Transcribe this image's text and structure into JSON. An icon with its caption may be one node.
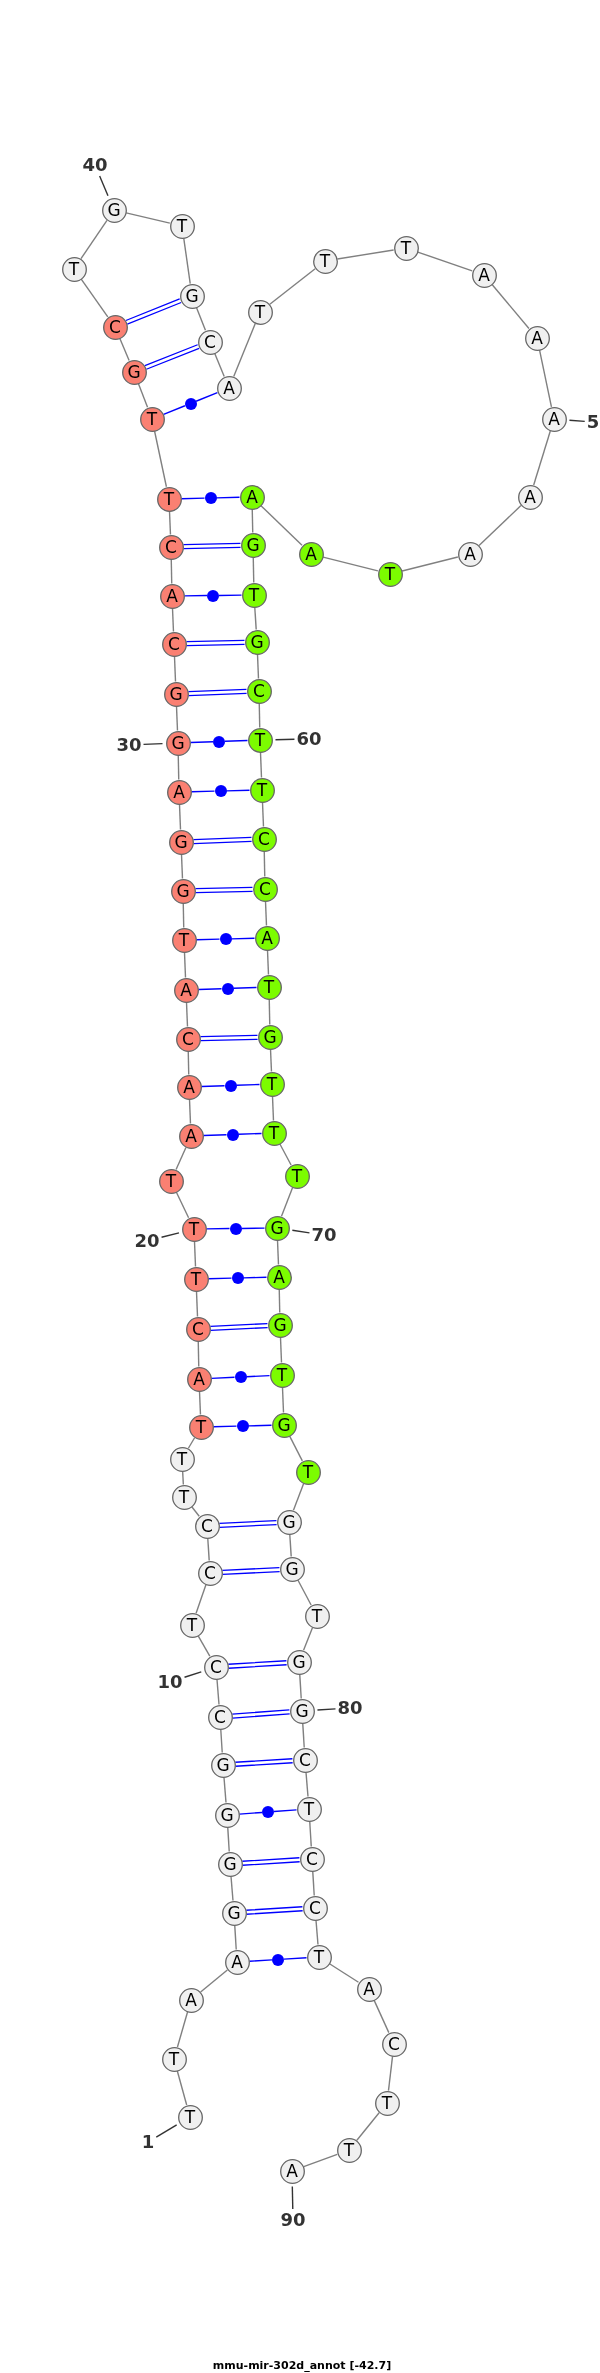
{
  "diagram": {
    "caption": "mmu-mir-302d_annot [-42.7]",
    "nodes": [
      {
        "text": [
          "T"
        ]
      },
      {
        "text": [
          "T"
        ]
      },
      {
        "text": [
          "A"
        ]
      },
      {
        "text": [
          "A"
        ]
      },
      {
        "text": [
          "G"
        ]
      },
      {
        "text": [
          "G"
        ]
      },
      {
        "text": [
          "G"
        ]
      },
      {
        "text": [
          "G"
        ]
      },
      {
        "text": [
          "C"
        ]
      },
      {
        "text": [
          "C"
        ]
      },
      {
        "text": [
          "T"
        ]
      },
      {
        "text": [
          "C"
        ]
      },
      {
        "text": [
          "C"
        ]
      },
      {
        "text": [
          "T"
        ]
      },
      {
        "text": [
          "T"
        ]
      },
      {
        "text": [
          "T"
        ]
      },
      {
        "text": [
          "A"
        ]
      },
      {
        "text": [
          "C"
        ]
      },
      {
        "text": [
          "T"
        ]
      },
      {
        "text": [
          "T"
        ]
      },
      {
        "text": [
          "T"
        ]
      },
      {
        "text": [
          "A"
        ]
      },
      {
        "text": [
          "A"
        ]
      },
      {
        "text": [
          "C"
        ]
      },
      {
        "text": [
          "A"
        ]
      },
      {
        "text": [
          "T"
        ]
      },
      {
        "text": [
          "G"
        ]
      },
      {
        "text": [
          "G"
        ]
      },
      {
        "text": [
          "A"
        ]
      },
      {
        "text": [
          "G"
        ]
      },
      {
        "text": [
          "G"
        ]
      },
      {
        "text": [
          "C"
        ]
      },
      {
        "text": [
          "A"
        ]
      },
      {
        "text": [
          "C"
        ]
      },
      {
        "text": [
          "T"
        ]
      },
      {
        "text": [
          "T"
        ]
      },
      {
        "text": [
          "G"
        ]
      },
      {
        "text": [
          "C"
        ]
      },
      {
        "text": [
          "T"
        ]
      },
      {
        "text": [
          "G"
        ]
      },
      {
        "text": [
          "T"
        ]
      },
      {
        "text": [
          "G"
        ]
      },
      {
        "text": [
          "C"
        ]
      },
      {
        "text": [
          "A"
        ]
      },
      {
        "text": [
          "T"
        ]
      },
      {
        "text": [
          "T"
        ]
      },
      {
        "text": [
          "T"
        ]
      },
      {
        "text": [
          "A"
        ]
      },
      {
        "text": [
          "A"
        ]
      },
      {
        "text": [
          "A"
        ]
      },
      {
        "text": [
          "A"
        ]
      },
      {
        "text": [
          "A"
        ]
      },
      {
        "text": [
          "T"
        ]
      },
      {
        "text": [
          "A"
        ]
      },
      {
        "text": [
          "A"
        ]
      },
      {
        "text": [
          "G"
        ]
      },
      {
        "text": [
          "T"
        ]
      },
      {
        "text": [
          "G"
        ]
      },
      {
        "text": [
          "C"
        ]
      },
      {
        "text": [
          "T"
        ]
      },
      {
        "text": [
          "T"
        ]
      },
      {
        "text": [
          "C"
        ]
      },
      {
        "text": [
          "C"
        ]
      },
      {
        "text": [
          "A"
        ]
      },
      {
        "text": [
          "T"
        ]
      },
      {
        "text": [
          "G"
        ]
      },
      {
        "text": [
          "T"
        ]
      },
      {
        "text": [
          "T"
        ]
      },
      {
        "text": [
          "T"
        ]
      },
      {
        "text": [
          "G"
        ]
      },
      {
        "text": [
          "A"
        ]
      },
      {
        "text": [
          "G"
        ]
      },
      {
        "text": [
          "T"
        ]
      },
      {
        "text": [
          "G"
        ]
      },
      {
        "text": [
          "T"
        ]
      },
      {
        "text": [
          "G"
        ]
      },
      {
        "text": [
          "G"
        ]
      },
      {
        "text": [
          "T"
        ]
      },
      {
        "text": [
          "G"
        ]
      },
      {
        "text": [
          "G"
        ]
      },
      {
        "text": [
          "C"
        ]
      },
      {
        "text": [
          "T"
        ]
      },
      {
        "text": [
          "C"
        ]
      },
      {
        "text": [
          "C"
        ]
      },
      {
        "text": [
          "T"
        ]
      },
      {
        "text": [
          "A"
        ]
      },
      {
        "text": [
          "C"
        ]
      },
      {
        "text": [
          "T"
        ]
      },
      {
        "text": [
          "T"
        ]
      },
      {
        "text": [
          "A"
        ]
      },
      {
        "text": [
          "1"
        ]
      },
      {
        "text": [
          "10"
        ]
      },
      {
        "text": [
          "20"
        ]
      },
      {
        "text": [
          "30"
        ]
      },
      {
        "text": [
          "40"
        ]
      },
      {
        "text": [
          "5"
        ]
      },
      {
        "text": [
          "60"
        ]
      },
      {
        "text": [
          "70"
        ]
      },
      {
        "text": [
          "80"
        ]
      },
      {
        "text": [
          "90"
        ]
      },
      {
        "text": [],
        "shape": "circle"
      },
      {
        "text": [],
        "shape": "circle"
      },
      {
        "text": [],
        "shape": "circle"
      },
      {
        "text": [],
        "shape": "circle"
      },
      {
        "text": [],
        "shape": "circle"
      },
      {
        "text": [],
        "shape": "circle"
      },
      {
        "text": [],
        "shape": "circle"
      },
      {
        "text": [],
        "shape": "circle"
      },
      {
        "text": [],
        "shape": "circle"
      },
      {
        "text": [],
        "shape": "circle"
      },
      {
        "text": [],
        "shape": "circle"
      },
      {
        "text": [],
        "shape": "circle"
      },
      {
        "text": [],
        "shape": "circle"
      },
      {
        "text": [],
        "shape": "circle"
      },
      {
        "text": [],
        "shape": "circle"
      }
    ],
    "edges": [
      {
        "from": 0,
        "to": 1,
        "arrow": "none"
      },
      {
        "from": 1,
        "to": 2,
        "arrow": "none"
      },
      {
        "from": 2,
        "to": 3,
        "arrow": "none"
      },
      {
        "from": 3,
        "to": 4,
        "arrow": "none"
      },
      {
        "from": 4,
        "to": 5,
        "arrow": "none"
      },
      {
        "from": 5,
        "to": 6,
        "arrow": "none"
      },
      {
        "from": 6,
        "to": 7,
        "arrow": "none"
      },
      {
        "from": 7,
        "to": 8,
        "arrow": "none"
      },
      {
        "from": 8,
        "to": 9,
        "arrow": "none"
      },
      {
        "from": 9,
        "to": 10,
        "arrow": "none"
      },
      {
        "from": 10,
        "to": 11,
        "arrow": "none"
      },
      {
        "from": 11,
        "to": 12,
        "arrow": "none"
      },
      {
        "from": 12,
        "to": 13,
        "arrow": "none"
      },
      {
        "from": 13,
        "to": 14,
        "arrow": "none"
      },
      {
        "from": 14,
        "to": 15,
        "arrow": "none"
      },
      {
        "from": 15,
        "to": 16,
        "arrow": "none"
      },
      {
        "from": 16,
        "to": 17,
        "arrow": "none"
      },
      {
        "from": 17,
        "to": 18,
        "arrow": "none"
      },
      {
        "from": 18,
        "to": 19,
        "arrow": "none"
      },
      {
        "from": 19,
        "to": 20,
        "arrow": "none"
      },
      {
        "from": 20,
        "to": 21,
        "arrow": "none"
      },
      {
        "from": 21,
        "to": 22,
        "arrow": "none"
      },
      {
        "from": 22,
        "to": 23,
        "arrow": "none"
      },
      {
        "from": 23,
        "to": 24,
        "arrow": "none"
      },
      {
        "from": 24,
        "to": 25,
        "arrow": "none"
      },
      {
        "from": 25,
        "to": 26,
        "arrow": "none"
      },
      {
        "from": 26,
        "to": 27,
        "arrow": "none"
      },
      {
        "from": 27,
        "to": 28,
        "arrow": "none"
      },
      {
        "from": 28,
        "to": 29,
        "arrow": "none"
      },
      {
        "from": 29,
        "to": 30,
        "arrow": "none"
      },
      {
        "from": 30,
        "to": 31,
        "arrow": "none"
      },
      {
        "from": 31,
        "to": 32,
        "arrow": "none"
      },
      {
        "from": 32,
        "to": 33,
        "arrow": "none"
      },
      {
        "from": 33,
        "to": 34,
        "arrow": "none"
      },
      {
        "from": 34,
        "to": 35,
        "arrow": "none"
      },
      {
        "from": 35,
        "to": 36,
        "arrow": "none"
      },
      {
        "from": 36,
        "to": 37,
        "arrow": "none"
      },
      {
        "from": 37,
        "to": 38,
        "arrow": "none"
      },
      {
        "from": 38,
        "to": 39,
        "arrow": "none"
      },
      {
        "from": 39,
        "to": 40,
        "arrow": "none"
      },
      {
        "from": 40,
        "to": 41,
        "arrow": "none"
      },
      {
        "from": 41,
        "to": 42,
        "arrow": "none"
      },
      {
        "from": 42,
        "to": 43,
        "arrow": "none"
      },
      {
        "from": 43,
        "to": 44,
        "arrow": "none"
      },
      {
        "from": 44,
        "to": 45,
        "arrow": "none"
      },
      {
        "from": 45,
        "to": 46,
        "arrow": "none"
      },
      {
        "from": 46,
        "to": 47,
        "arrow": "none"
      },
      {
        "from": 47,
        "to": 48,
        "arrow": "none"
      },
      {
        "from": 48,
        "to": 49,
        "arrow": "none"
      },
      {
        "from": 49,
        "to": 50,
        "arrow": "none"
      },
      {
        "from": 50,
        "to": 51,
        "arrow": "none"
      },
      {
        "from": 51,
        "to": 52,
        "arrow": "none"
      },
      {
        "from": 52,
        "to": 53,
        "arrow": "none"
      },
      {
        "from": 53,
        "to": 54,
        "arrow": "none"
      },
      {
        "from": 54,
        "to": 55,
        "arrow": "none"
      },
      {
        "from": 55,
        "to": 56,
        "arrow": "none"
      },
      {
        "from": 56,
        "to": 57,
        "arrow": "none"
      },
      {
        "from": 57,
        "to": 58,
        "arrow": "none"
      },
      {
        "from": 58,
        "to": 59,
        "arrow": "none"
      },
      {
        "from": 59,
        "to": 60,
        "arrow": "none"
      },
      {
        "from": 60,
        "to": 61,
        "arrow": "none"
      },
      {
        "from": 61,
        "to": 62,
        "arrow": "none"
      },
      {
        "from": 62,
        "to": 63,
        "arrow": "none"
      },
      {
        "from": 63,
        "to": 64,
        "arrow": "none"
      },
      {
        "from": 64,
        "to": 65,
        "arrow": "none"
      },
      {
        "from": 65,
        "to": 66,
        "arrow": "none"
      },
      {
        "from": 66,
        "to": 67,
        "arrow": "none"
      },
      {
        "from": 67,
        "to": 68,
        "arrow": "none"
      },
      {
        "from": 68,
        "to": 69,
        "arrow": "none"
      },
      {
        "from": 69,
        "to": 70,
        "arrow": "none"
      },
      {
        "from": 70,
        "to": 71,
        "arrow": "none"
      },
      {
        "from": 71,
        "to": 72,
        "arrow": "none"
      },
      {
        "from": 72,
        "to": 73,
        "arrow": "none"
      },
      {
        "from": 73,
        "to": 74,
        "arrow": "none"
      },
      {
        "from": 74,
        "to": 75,
        "arrow": "none"
      },
      {
        "from": 75,
        "to": 76,
        "arrow": "none"
      },
      {
        "from": 76,
        "to": 77,
        "arrow": "none"
      },
      {
        "from": 77,
        "to": 78,
        "arrow": "none"
      },
      {
        "from": 78,
        "to": 79,
        "arrow": "none"
      },
      {
        "from": 79,
        "to": 80,
        "arrow": "none"
      },
      {
        "from": 80,
        "to": 81,
        "arrow": "none"
      },
      {
        "from": 81,
        "to": 82,
        "arrow": "none"
      },
      {
        "from": 82,
        "to": 83,
        "arrow": "none"
      },
      {
        "from": 83,
        "to": 84,
        "arrow": "none"
      },
      {
        "from": 84,
        "to": 85,
        "arrow": "none"
      },
      {
        "from": 85,
        "to": 86,
        "arrow": "none"
      },
      {
        "from": 86,
        "to": 87,
        "arrow": "none"
      },
      {
        "from": 87,
        "to": 88,
        "arrow": "none"
      },
      {
        "from": 88,
        "to": 89,
        "arrow": "none"
      },
      {
        "from": 3,
        "to": 114,
        "arrow": "none",
        "color": "#0000ff"
      },
      {
        "from": 114,
        "to": 84,
        "arrow": "none",
        "color": "#0000ff"
      },
      {
        "from": 4,
        "to": 83,
        "arrow": "none",
        "color": "#0000ff"
      },
      {
        "from": 5,
        "to": 82,
        "arrow": "none",
        "color": "#0000ff"
      },
      {
        "from": 6,
        "to": 113,
        "arrow": "none",
        "color": "#0000ff"
      },
      {
        "from": 113,
        "to": 81,
        "arrow": "none",
        "color": "#0000ff"
      },
      {
        "from": 7,
        "to": 80,
        "arrow": "none",
        "color": "#0000ff"
      },
      {
        "from": 8,
        "to": 79,
        "arrow": "none",
        "color": "#0000ff"
      },
      {
        "from": 9,
        "to": 78,
        "arrow": "none",
        "color": "#0000ff"
      },
      {
        "from": 11,
        "to": 76,
        "arrow": "none",
        "color": "#0000ff"
      },
      {
        "from": 12,
        "to": 75,
        "arrow": "none",
        "color": "#0000ff"
      },
      {
        "from": 15,
        "to": 112,
        "arrow": "none",
        "color": "#0000ff"
      },
      {
        "from": 112,
        "to": 73,
        "arrow": "none",
        "color": "#0000ff"
      },
      {
        "from": 16,
        "to": 111,
        "arrow": "none",
        "color": "#0000ff"
      },
      {
        "from": 111,
        "to": 72,
        "arrow": "none",
        "color": "#0000ff"
      },
      {
        "from": 17,
        "to": 71,
        "arrow": "none",
        "color": "#0000ff"
      },
      {
        "from": 18,
        "to": 110,
        "arrow": "none",
        "color": "#0000ff"
      },
      {
        "from": 110,
        "to": 70,
        "arrow": "none",
        "color": "#0000ff"
      },
      {
        "from": 19,
        "to": 109,
        "arrow": "none",
        "color": "#0000ff"
      },
      {
        "from": 109,
        "to": 69,
        "arrow": "none",
        "color": "#0000ff"
      },
      {
        "from": 21,
        "to": 108,
        "arrow": "none",
        "color": "#0000ff"
      },
      {
        "from": 108,
        "to": 67,
        "arrow": "none",
        "color": "#0000ff"
      },
      {
        "from": 22,
        "to": 107,
        "arrow": "none",
        "color": "#0000ff"
      },
      {
        "from": 107,
        "to": 66,
        "arrow": "none",
        "color": "#0000ff"
      },
      {
        "from": 23,
        "to": 65,
        "arrow": "none",
        "color": "#0000ff"
      },
      {
        "from": 24,
        "to": 106,
        "arrow": "none",
        "color": "#0000ff"
      },
      {
        "from": 106,
        "to": 64,
        "arrow": "none",
        "color": "#0000ff"
      },
      {
        "from": 25,
        "to": 105,
        "arrow": "none",
        "color": "#0000ff"
      },
      {
        "from": 105,
        "to": 63,
        "arrow": "none",
        "color": "#0000ff"
      },
      {
        "from": 26,
        "to": 62,
        "arrow": "none",
        "color": "#0000ff"
      },
      {
        "from": 27,
        "to": 61,
        "arrow": "none",
        "color": "#0000ff"
      },
      {
        "from": 28,
        "to": 104,
        "arrow": "none",
        "color": "#0000ff"
      },
      {
        "from": 104,
        "to": 60,
        "arrow": "none",
        "color": "#0000ff"
      },
      {
        "from": 29,
        "to": 103,
        "arrow": "none",
        "color": "#0000ff"
      },
      {
        "from": 103,
        "to": 59,
        "arrow": "none",
        "color": "#0000ff"
      },
      {
        "from": 30,
        "to": 58,
        "arrow": "none",
        "color": "#0000ff"
      },
      {
        "from": 31,
        "to": 57,
        "arrow": "none",
        "color": "#0000ff"
      },
      {
        "from": 32,
        "to": 102,
        "arrow": "none",
        "color": "#0000ff"
      },
      {
        "from": 102,
        "to": 56,
        "arrow": "none",
        "color": "#0000ff"
      },
      {
        "from": 33,
        "to": 55,
        "arrow": "none",
        "color": "#0000ff"
      },
      {
        "from": 34,
        "to": 101,
        "arrow": "none",
        "color": "#0000ff"
      },
      {
        "from": 101,
        "to": 54,
        "arrow": "none",
        "color": "#0000ff"
      },
      {
        "from": 35,
        "to": 100,
        "arrow": "none",
        "color": "#0000ff"
      },
      {
        "from": 100,
        "to": 43,
        "arrow": "none",
        "color": "#0000ff"
      },
      {
        "from": 36,
        "to": 42,
        "arrow": "none",
        "color": "#0000ff"
      },
      {
        "from": 37,
        "to": 41,
        "arrow": "none",
        "color": "#0000ff"
      },
      {
        "from": 90,
        "to": 0,
        "arrow": "none",
        "color": "#333333"
      },
      {
        "from": 91,
        "to": 9,
        "arrow": "none",
        "color": "#333333"
      },
      {
        "from": 92,
        "to": 19,
        "arrow": "none",
        "color": "#333333"
      },
      {
        "from": 93,
        "to": 29,
        "arrow": "none",
        "color": "#333333"
      },
      {
        "from": 94,
        "to": 39,
        "arrow": "none",
        "color": "#333333"
      },
      {
        "from": 95,
        "to": 49,
        "arrow": "none",
        "color": "#333333"
      },
      {
        "from": 96,
        "to": 59,
        "arrow": "none",
        "color": "#333333"
      },
      {
        "from": 97,
        "to": 69,
        "arrow": "none",
        "color": "#333333"
      },
      {
        "from": 98,
        "to": 79,
        "arrow": "none",
        "color": "#333333"
      },
      {
        "from": 99,
        "to": 89,
        "arrow": "none",
        "color": "#333333"
      }
    ]
  }
}
